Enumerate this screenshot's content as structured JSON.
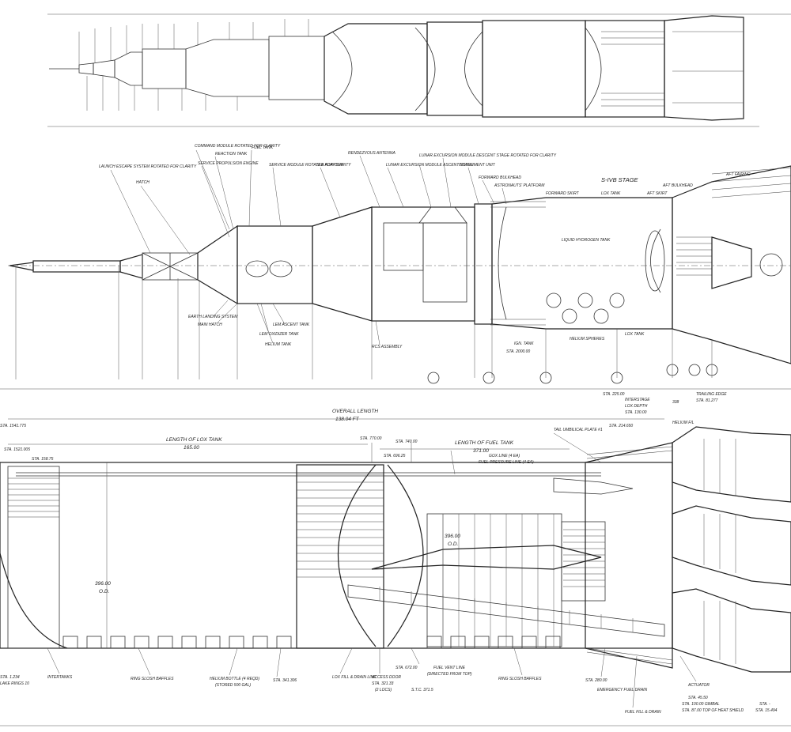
{
  "mid_view": {
    "labels": {
      "les": "LAUNCH ESCAPE SYSTEM ROTATED FOR CLARITY",
      "hatch": "HATCH",
      "cm": "COMMAND MODULE ROTATED FOR CLARITY",
      "reaction_tank": "REACTION TANK",
      "fuel_tank": "FUEL TANK",
      "sm": "SERVICE MODULE ROTATED FOR CLARITY",
      "sps_engine": "SERVICE PROPULSION ENGINE",
      "sla": "SLA ADAPTER",
      "antenna": "RENDEZVOUS ANTENNA",
      "lem_ascent": "LUNAR EXCURSION MODULE ASCENT STAGE",
      "lem_descent": "LUNAR EXCURSION MODULE DESCENT STAGE ROTATED FOR CLARITY",
      "instrument_unit": "INSTRUMENT UNIT",
      "fwd_bulkhead": "FORWARD BULKHEAD",
      "astronaut_platform": "ASTRONAUTS' PLATFORM",
      "s_iv_b": "S-IVB STAGE",
      "fwd_skirt": "FORWARD SKIRT",
      "lh2_tank": "LIQUID HYDROGEN TANK",
      "lox_tank": "LOX TANK",
      "aft_skirt": "AFT SKIRT",
      "aft_bulkhead": "AFT BULKHEAD",
      "aft_fairing": "AFT FAIRING",
      "earth_landing": "EARTH LANDING SYSTEM",
      "main_hatch": "MAIN HATCH",
      "lem_ascent_tank": "LEM ASCENT TANK",
      "lem_oxidizer_tank": "LEM OXIDIZER TANK",
      "helium_tank": "HELIUM TANK",
      "rcs_assembly": "RCS ASSEMBLY",
      "ign": "IGN. TANK",
      "sta_low": "STA. 2000.00",
      "lox_tank_small": "LOX TANK",
      "helium_spheres": "HELIUM SPHERES"
    }
  },
  "lower_view": {
    "dims": {
      "overall_length": "OVERALL LENGTH",
      "overall_value": "138.04 FT",
      "lox_tank_length": "LENGTH OF LOX TANK",
      "lox_tank_value": "165.00",
      "fuel_tank_length": "LENGTH OF FUEL TANK",
      "fuel_tank_value": "371.00",
      "sta_left": "STA. 1541.775",
      "sta_1": "STA. 1521.005",
      "sta_2": "STA. 158.75",
      "sta_3": "STA. 770.00",
      "sta_4": "STA. 740.00",
      "sta_5": "STA. 696.25",
      "lox_line": "GOX LINE (4 EA)",
      "fuel_pressure": "FUEL PRESSURE LINE (4 EA)",
      "dia_left": "396.00",
      "dia_left_sub": "O.D.",
      "dia_right": "396.00",
      "dia_right_sub": "O.D.",
      "tail_umbilical": "TAIL UMBILICAL PLATE #1",
      "sta_225": "STA. 225.00",
      "intertank": "INTERSTAGE",
      "lox_depth": "LOX DEPTH",
      "sta_130": "STA. 130.00",
      "sta_338": "338",
      "trailing_edge": "TRAILING EDGE",
      "trailing_sta": "STA. 81.277",
      "sta_214": "STA. 214.650",
      "helium": "HELIUM F/L",
      "sta_bottom_1": "STA. 1.234",
      "sta_bottom_2": "LAKE RINGS 10",
      "ring_slosh": "RING SLOSH BAFFLES",
      "helium_bottle": "HELIUM BOTTLE (4 REQD)",
      "helium_bottle_sub": "(STORED 500 GAL)",
      "sta_341": "STA. 341.306",
      "lox_fill": "LOX FILL & DRAIN LINE",
      "access_door": "ACCESS DOOR",
      "access_sta": "STA. 321.33",
      "access_sub": "(2 LOCS)",
      "sta_672": "STA. 672.00",
      "fuel_vent": "FUEL VENT LINE",
      "fuel_vent_sub": "(DIRECTED FROM TOP)",
      "ring_slosh_2": "RING SLOSH BAFFLES",
      "sta_280": "STA. 280.00",
      "emergency": "EMERGENCY FUEL DRAIN",
      "fuel_fill": "FUEL FILL & DRAIN",
      "actuator": "ACTUATOR",
      "sta_455": "STA. 45.50",
      "gimbal": "STA. 100.00 GIMBAL",
      "heat_shield": "STA. 87.00 TOP OF HEAT SHIELD",
      "sta_far": "STA. 15.494",
      "sta_minus": "STA. -",
      "intertanks": "INTERTANKS",
      "sta_371": "S.T.C. 371.5"
    }
  }
}
